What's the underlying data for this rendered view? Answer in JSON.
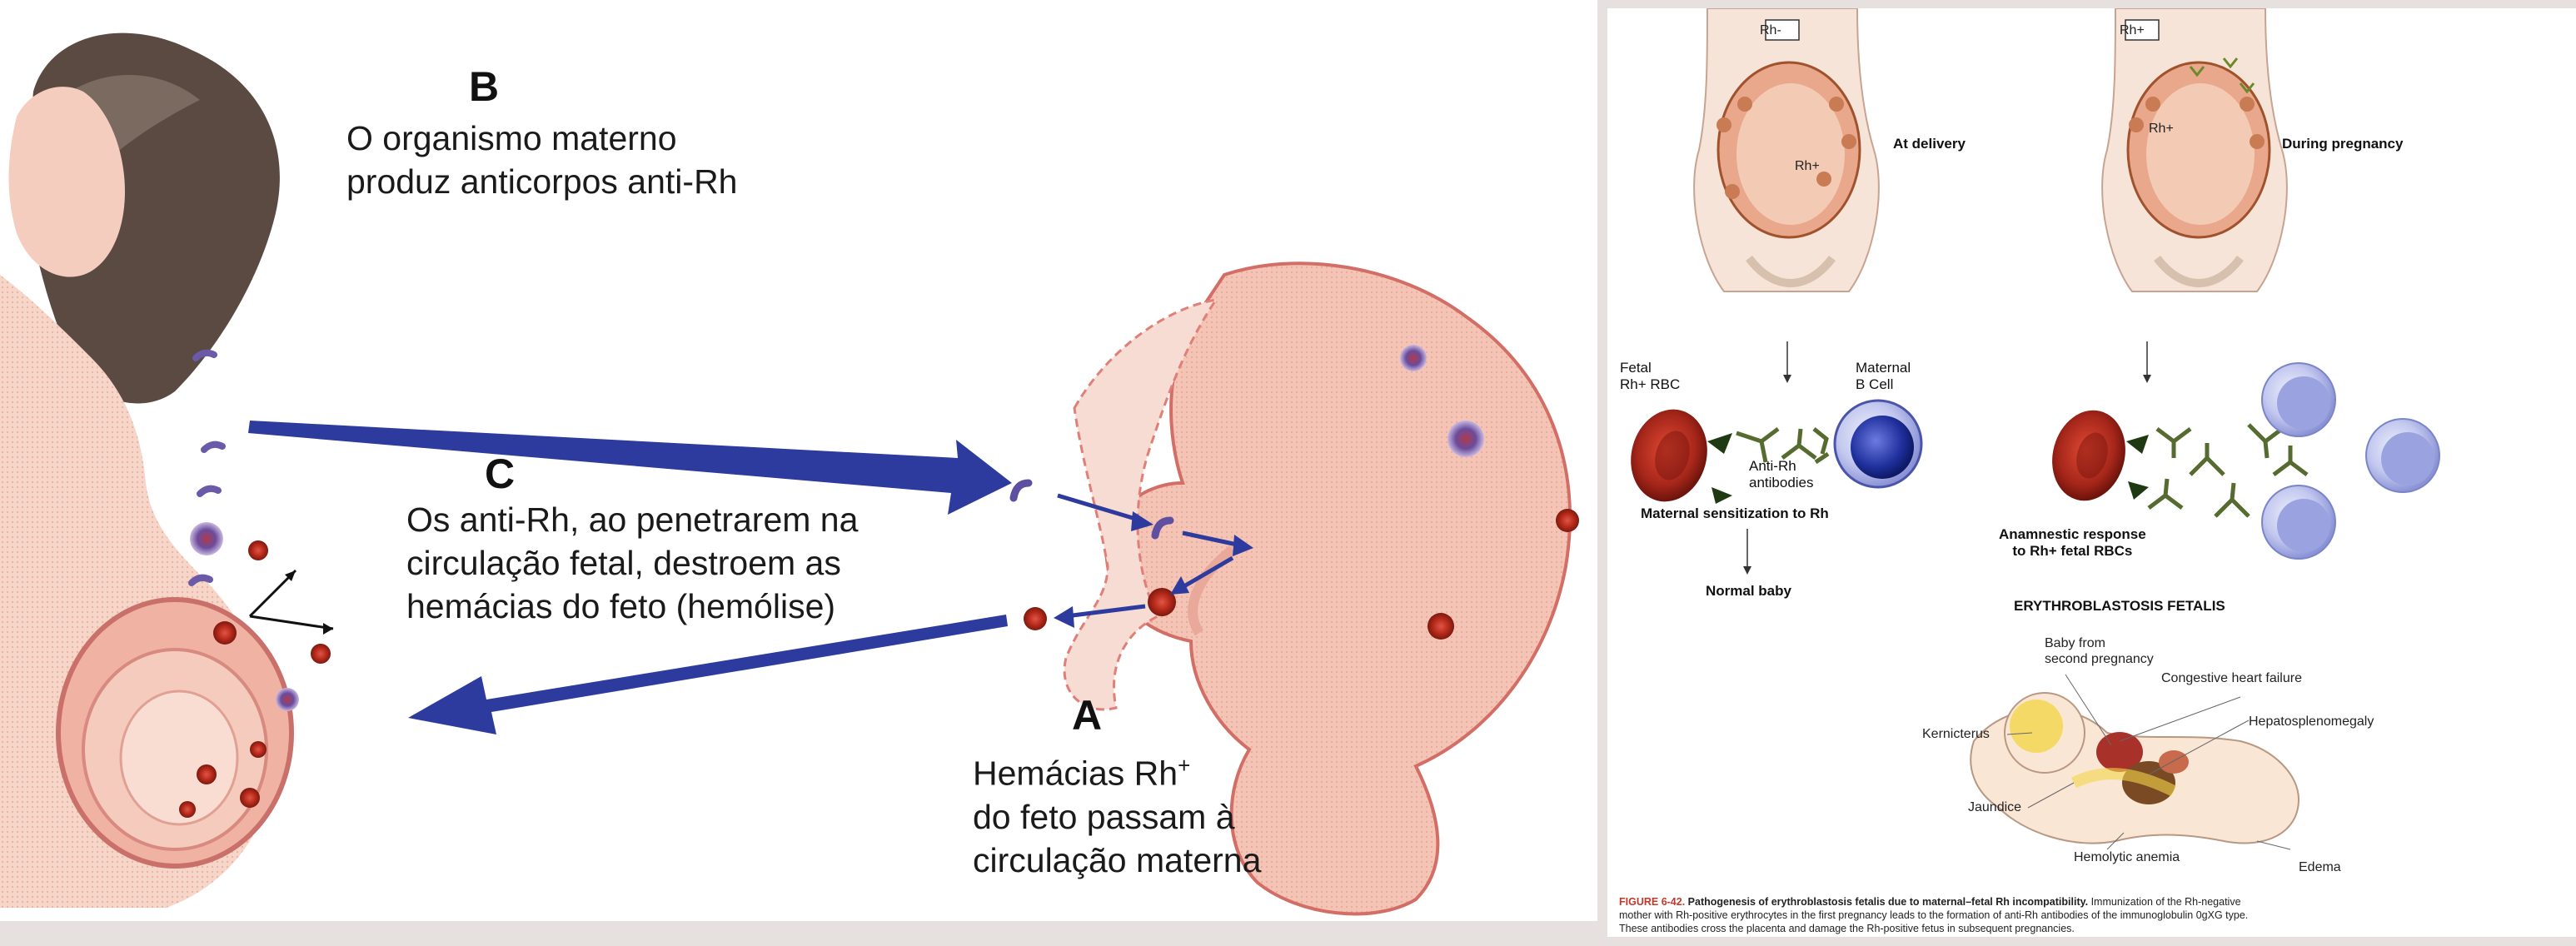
{
  "left_figure": {
    "label_b": "B",
    "text_b": [
      "O organismo materno",
      "produz anticorpos anti-Rh"
    ],
    "label_c": "C",
    "text_c": [
      "Os anti-Rh, ao penetrarem na",
      "circulação fetal, destroem as",
      "hemácias do feto (hemólise)"
    ],
    "label_a": "A",
    "text_a_line1": "Hemácias Rh",
    "text_a_sup": "+",
    "text_a": [
      "do feto passam à",
      "circulação materna"
    ]
  },
  "right_figure": {
    "rh_box_left": "Rh-",
    "rh_box_right": "Rh+",
    "rh_fetus_left": "Rh+",
    "rh_fetus_right": "Rh+",
    "at_delivery": "At delivery",
    "during_pregnancy": "During pregnancy",
    "fetal_rbc": [
      "Fetal",
      "Rh+ RBC"
    ],
    "maternal_b_cell": [
      "Maternal",
      "B Cell"
    ],
    "anti_rh_antibodies": [
      "Anti-Rh",
      "antibodies"
    ],
    "maternal_sensitization": "Maternal sensitization to Rh",
    "normal_baby": "Normal baby",
    "anamnestic_response": [
      "Anamnestic response",
      "to Rh+ fetal RBCs"
    ],
    "erythroblastosis": "ERYTHROBLASTOSIS FETALIS",
    "baby_from": [
      "Baby from",
      "second pregnancy"
    ],
    "congestive": "Congestive heart failure",
    "hepato": "Hepatosplenomegaly",
    "kernicterus": "Kernicterus",
    "jaundice": "Jaundice",
    "hemolytic": "Hemolytic anemia",
    "edema": "Edema",
    "caption_fig": "FIGURE 6-42.",
    "caption_title": "Pathogenesis of erythroblastosis fetalis due to maternal–fetal Rh incompatibility.",
    "caption_rest1": " Immunization of the Rh-negative",
    "caption_line2": "mother with Rh-positive erythrocytes in the first pregnancy leads to the formation of anti-Rh antibodies of the immunoglobulin 0gXG type.",
    "caption_line3": "These antibodies cross the placenta and damage the Rh-positive fetus in subsequent pregnancies."
  },
  "colors": {
    "arrow_blue": "#2d3a9e",
    "skin": "#f3c7b8",
    "skin_dark": "#d98c7d",
    "rbc_red": "#b8281c",
    "bcell_blue": "#2a3ba8",
    "antibody_green": "#5f7a2a"
  }
}
